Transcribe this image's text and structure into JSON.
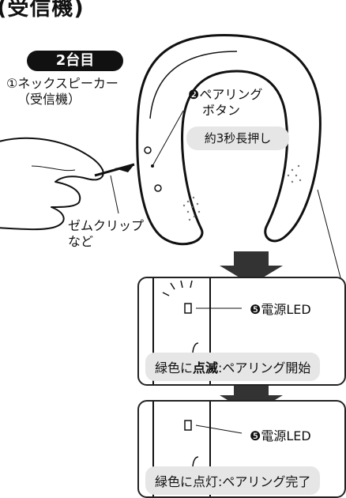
{
  "heading": "(受信機)",
  "badge": "2台目",
  "device_label_line1": "①ネックスピーカー",
  "device_label_line2": "（受信機）",
  "pairing_button_line1": "❷ペアリング",
  "pairing_button_line2": "ボタン",
  "press_hint": "約3秒長押し",
  "clip_line1": "ゼムクリップ",
  "clip_line2": "など",
  "led_label_1": "❺電源LED",
  "led_label_2": "❺電源LED",
  "status_1_prefix": "緑色に",
  "status_1_bold": "点滅",
  "status_1_suffix": ":ペアリング開始",
  "status_2": "緑色に点灯:ペアリング完了",
  "colors": {
    "text": "#111111",
    "bubble": "#e6e6e6",
    "accent": "#222222"
  }
}
